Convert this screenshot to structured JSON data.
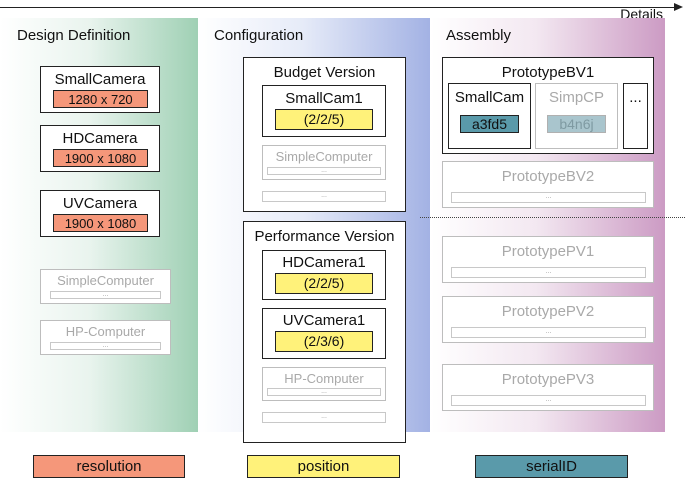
{
  "arrow_label": "Details",
  "columns": {
    "design": "Design Definition",
    "config": "Configuration",
    "assembly": "Assembly"
  },
  "design": [
    {
      "name": "SmallCamera",
      "resolution": "1280 x 720"
    },
    {
      "name": "HDCamera",
      "resolution": "1900 x 1080"
    },
    {
      "name": "UVCamera",
      "resolution": "1900 x 1080"
    },
    {
      "name": "SimpleComputer",
      "empty": "..."
    },
    {
      "name": "HP-Computer",
      "empty": "..."
    }
  ],
  "config": {
    "budget": {
      "title": "Budget Version",
      "small_cam": {
        "name": "SmallCam1",
        "position": "(2/2/5)"
      },
      "simple_computer": {
        "name": "SimpleComputer",
        "empty": "..."
      },
      "extra": "..."
    },
    "performance": {
      "title": "Performance Version",
      "hd_camera": {
        "name": "HDCamera1",
        "position": "(2/2/5)"
      },
      "uv_camera": {
        "name": "UVCamera1",
        "position": "(2/3/6)"
      },
      "hp_computer": {
        "name": "HP-Computer",
        "empty": "..."
      },
      "extra": "..."
    }
  },
  "assembly": {
    "bv1": {
      "title": "PrototypeBV1",
      "small_cam": {
        "name": "SmallCam",
        "serial": "a3fd5"
      },
      "simp_cp": {
        "name": "SimpCP",
        "serial": "b4n6j"
      },
      "more": "..."
    },
    "others": [
      {
        "name": "PrototypeBV2",
        "empty": "..."
      },
      {
        "name": "PrototypePV1",
        "empty": "..."
      },
      {
        "name": "PrototypePV2",
        "empty": "..."
      },
      {
        "name": "PrototypePV3",
        "empty": "..."
      }
    ]
  },
  "legend": {
    "resolution": "resolution",
    "position": "position",
    "serial": "serialID"
  },
  "colors": {
    "resolution": "#f5977a",
    "position": "#fff27a",
    "serialID": "#5a9aaa",
    "design_column": "#9fd0b4",
    "configuration_column": "#a3b2e4",
    "assembly_column": "#cc9bc4"
  }
}
